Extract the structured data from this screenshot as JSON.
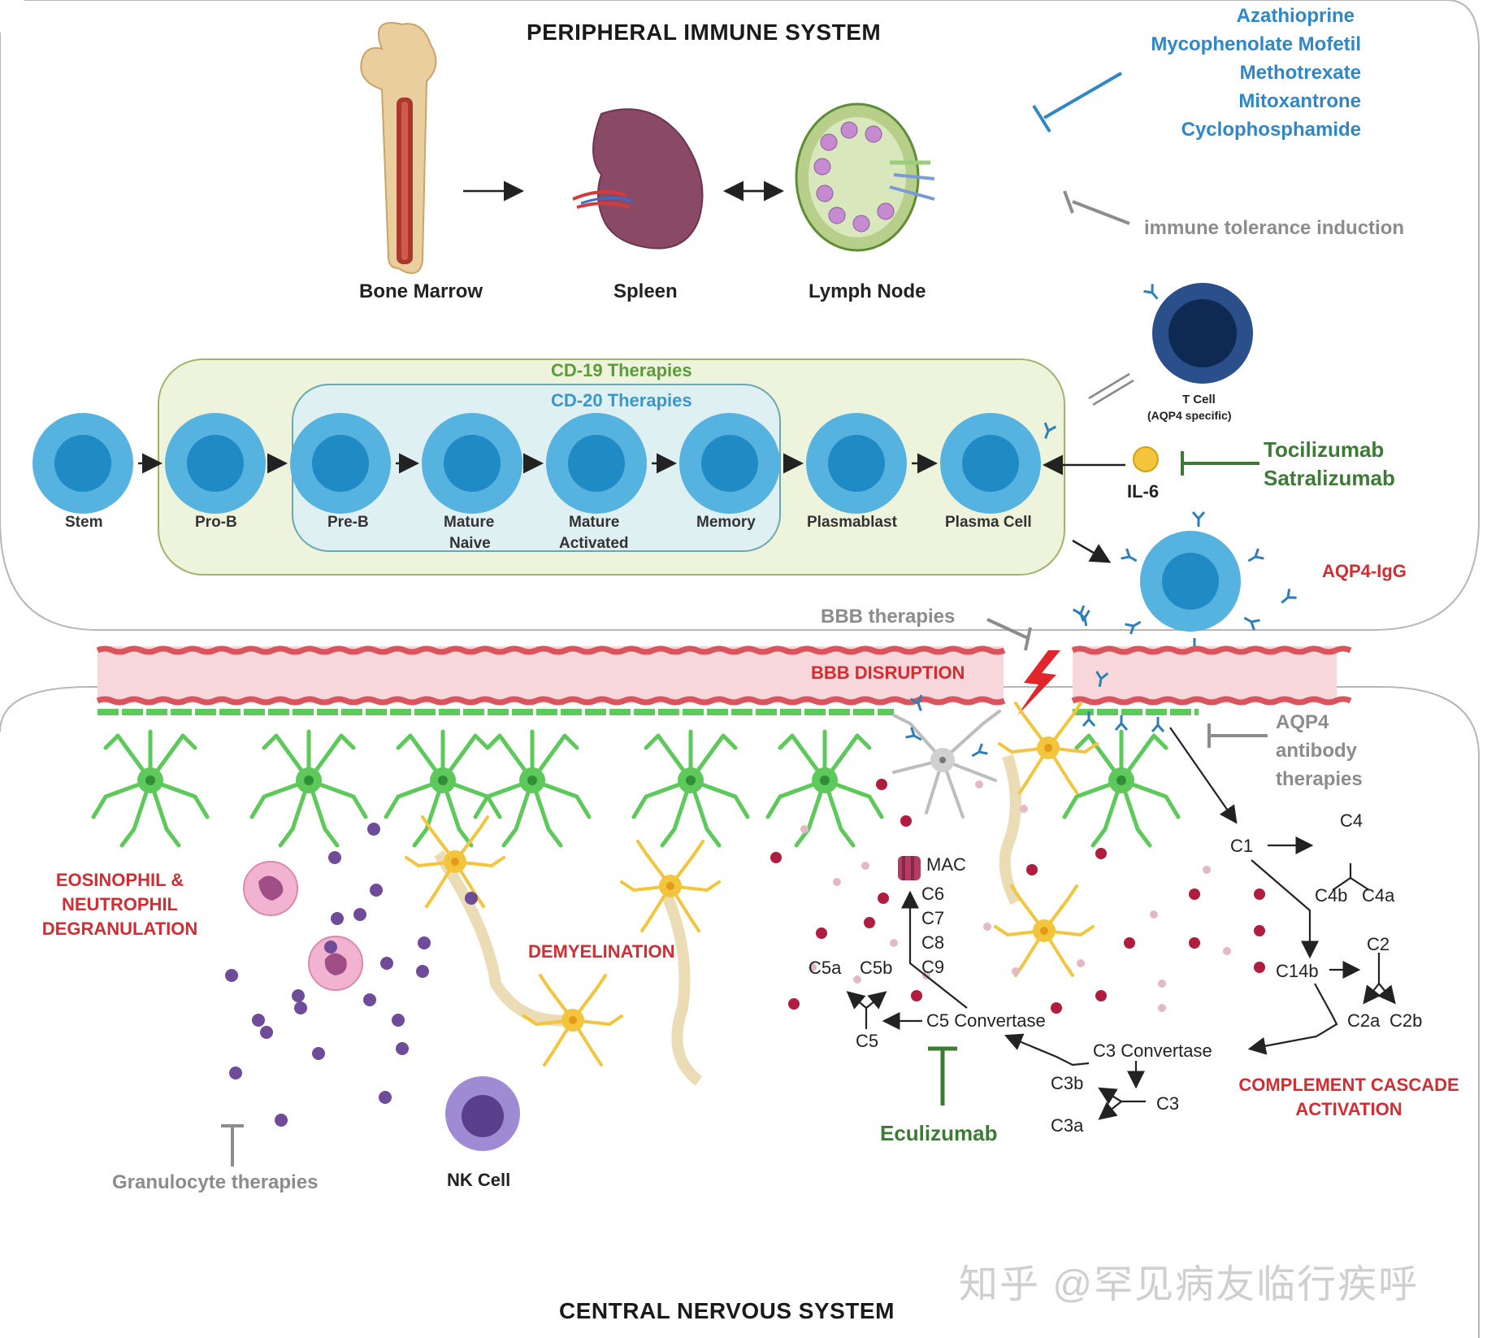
{
  "titles": {
    "peripheral": "PERIPHERAL IMMUNE SYSTEM",
    "cns": "CENTRAL NERVOUS SYSTEM"
  },
  "organs": {
    "bone_marrow": "Bone Marrow",
    "spleen": "Spleen",
    "lymph_node": "Lymph Node"
  },
  "immunosuppressants": [
    "Azathioprine",
    "Mycophenolate Mofetil",
    "Methotrexate",
    "Mitoxantrone",
    "Cyclophosphamide"
  ],
  "immune_tolerance": "immune tolerance induction",
  "therapies": {
    "cd19": "CD-19 Therapies",
    "cd20": "CD-20 Therapies"
  },
  "b_cells": {
    "stem": "Stem",
    "pro_b": "Pro-B",
    "pre_b": "Pre-B",
    "mature_naive_1": "Mature",
    "mature_naive_2": "Naive",
    "mature_activated_1": "Mature",
    "mature_activated_2": "Activated",
    "memory": "Memory",
    "plasmablast": "Plasmablast",
    "plasma_cell": "Plasma Cell"
  },
  "t_cell": {
    "label": "T Cell",
    "sublabel": "(AQP4 specific)"
  },
  "il6": "IL-6",
  "il6_drugs": [
    "Tocilizumab",
    "Satralizumab"
  ],
  "aqp4_igg": "AQP4-IgG",
  "bbb_therapies": "BBB therapies",
  "bbb_disruption": "BBB DISRUPTION",
  "aqp4_antibody_therapies": [
    "AQP4",
    "antibody",
    "therapies"
  ],
  "cns_labels": {
    "eosinophil": [
      "EOSINOPHIL &",
      "NEUTROPHIL",
      "DEGRANULATION"
    ],
    "demyelination": "DEMYELINATION",
    "granulocyte_therapies": "Granulocyte therapies",
    "nk_cell": "NK Cell",
    "complement": [
      "COMPLEMENT CASCADE",
      "ACTIVATION"
    ],
    "eculizumab": "Eculizumab"
  },
  "complement_nodes": {
    "mac": "MAC",
    "c6": "C6",
    "c7": "C7",
    "c8": "C8",
    "c9": "C9",
    "c5a": "C5a",
    "c5b": "C5b",
    "c5": "C5",
    "c5_convertase": "C5 Convertase",
    "c3_convertase": "C3 Convertase",
    "c3b": "C3b",
    "c3": "C3",
    "c3a": "C3a",
    "c1": "C1",
    "c4": "C4",
    "c4b": "C4b",
    "c4a": "C4a",
    "c14b": "C14b",
    "c2": "C2",
    "c2a": "C2a",
    "c2b": "C2b"
  },
  "watermark": "知乎 @罕见病友临行疾呼",
  "colors": {
    "b_cell_outer": "#56b3e0",
    "b_cell_inner": "#1f8ac4",
    "cd19_box": "#eef3dc",
    "cd20_box": "#def0f1",
    "astrocyte": "#5cc95a",
    "oligodendrocyte": "#f2c53c",
    "bbb_red": "#d9545c",
    "drug_blue": "#2f87c8",
    "drug_green": "#3c7a35",
    "label_red": "#d12d33"
  }
}
